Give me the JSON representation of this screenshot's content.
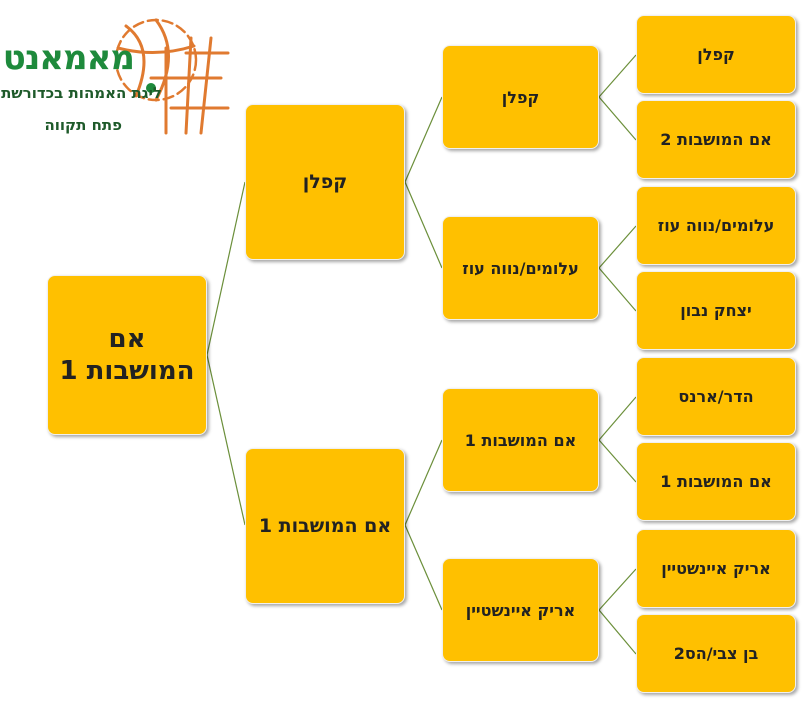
{
  "logo": {
    "name": "מאמאנט",
    "league": "ליגת האמהות בכדורשת",
    "city": "פתח תקווה"
  },
  "bracket": {
    "final": "אם המושבות 1",
    "semis": [
      "קפלן",
      "אם המושבות 1"
    ],
    "quarters": [
      "קפלן",
      "עלומים/נווה עוז",
      "אם המושבות 1",
      "אריק איינשטיין"
    ],
    "round16": [
      "קפלן",
      "אם המושבות 2",
      "עלומים/נווה עוז",
      "יצחק נבון",
      "הדר/ארנס",
      "אם המושבות 1",
      "אריק איינשטיין",
      "בן צבי/הס2"
    ]
  },
  "colors": {
    "box_fill": "#ffc000",
    "connector": "#5f8a2e",
    "logo_green": "#1e8a3c",
    "logo_orange": "#e07a30"
  }
}
